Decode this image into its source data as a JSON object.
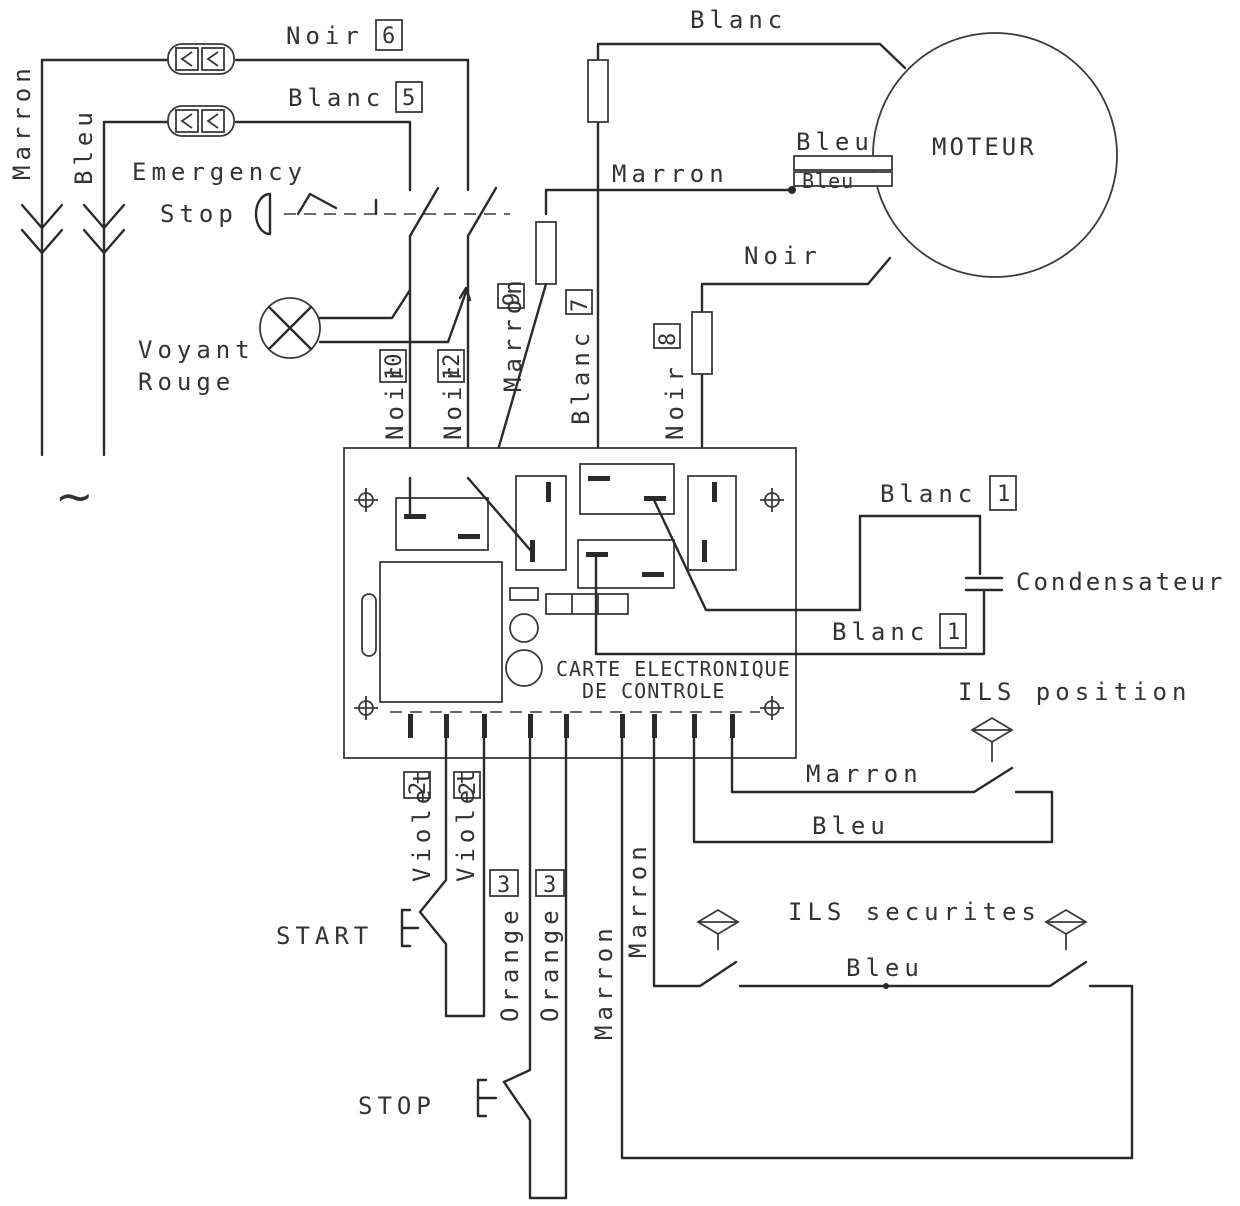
{
  "title": "",
  "labels": {
    "noir": "Noir",
    "blanc": "Blanc",
    "bleu": "Bleu",
    "marron": "Marron",
    "violet": "Violet",
    "orange": "Orange",
    "motor": "MOTEUR",
    "emergency": "Emergency",
    "stop_word": "Stop",
    "voyant": "Voyant",
    "rouge": "Rouge",
    "condensateur": "Condensateur",
    "board_line1": "CARTE ELECTRONIQUE",
    "board_line2": "DE CONTROLE",
    "ils_position": "ILS position",
    "ils_securites": "ILS securites",
    "start": "START",
    "stop": "STOP",
    "ac_symbol": "~"
  },
  "wire_numbers": {
    "n1": "1",
    "n2": "2",
    "n3": "3",
    "n5": "5",
    "n6": "6",
    "n7": "7",
    "n8": "8",
    "n9": "9",
    "n10": "10",
    "n12": "12"
  },
  "colors": {
    "line": "#2a2a2a",
    "text": "#333333",
    "background": "#ffffff"
  }
}
